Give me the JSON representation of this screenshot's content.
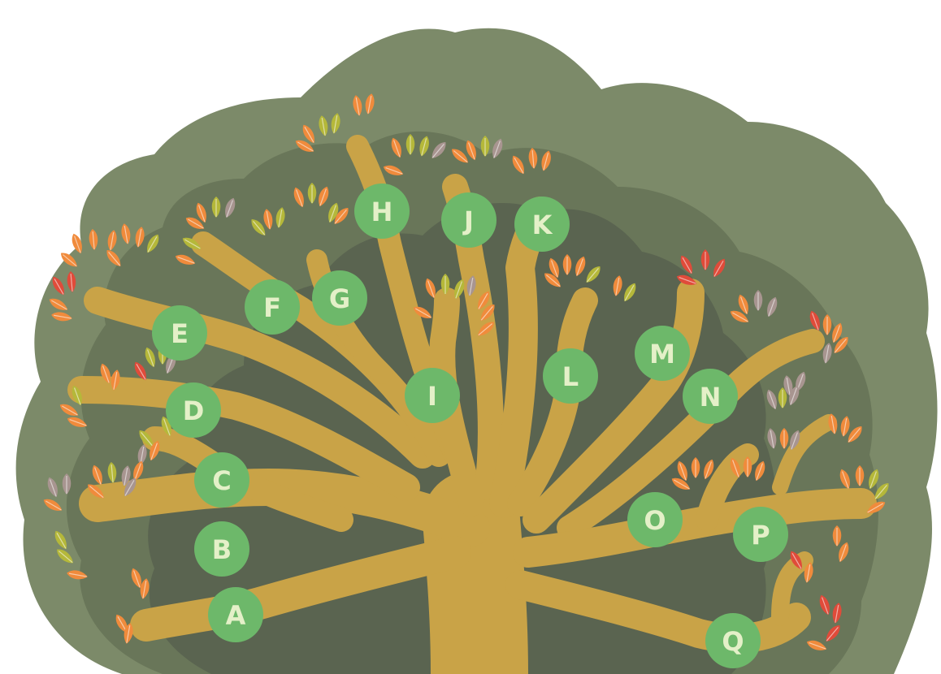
{
  "colors": {
    "canopy_outer": "#7c8a69",
    "canopy_mid": "#697659",
    "canopy_inner": "#5a6450",
    "trunk": "#c9a347",
    "trunk_shade": "#a9862f",
    "node_fill": "#6db86a",
    "node_text": "#e4f0c8",
    "leaf_orange": "#f08b3c",
    "leaf_red": "#e04b3a",
    "leaf_olive": "#b5b83a",
    "leaf_mauve": "#a89590"
  },
  "nodes": [
    {
      "id": "A",
      "label": "A"
    },
    {
      "id": "B",
      "label": "B"
    },
    {
      "id": "C",
      "label": "C"
    },
    {
      "id": "D",
      "label": "D"
    },
    {
      "id": "E",
      "label": "E"
    },
    {
      "id": "F",
      "label": "F"
    },
    {
      "id": "G",
      "label": "G"
    },
    {
      "id": "H",
      "label": "H"
    },
    {
      "id": "I",
      "label": "I"
    },
    {
      "id": "J",
      "label": "J"
    },
    {
      "id": "K",
      "label": "K"
    },
    {
      "id": "L",
      "label": "L"
    },
    {
      "id": "M",
      "label": "M"
    },
    {
      "id": "N",
      "label": "N"
    },
    {
      "id": "O",
      "label": "O"
    },
    {
      "id": "P",
      "label": "P"
    },
    {
      "id": "Q",
      "label": "Q"
    }
  ]
}
